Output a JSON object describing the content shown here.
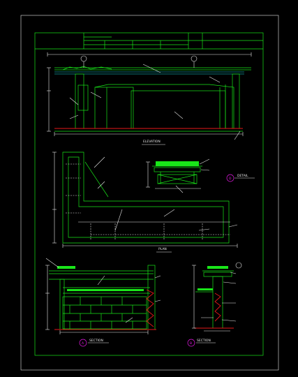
{
  "title_block": {
    "cells": [
      "",
      "",
      "",
      "",
      "",
      "",
      "",
      "",
      "",
      "",
      "",
      "",
      "",
      ""
    ]
  },
  "views": {
    "elevation_title": "ELEVATION",
    "elevation_subtitle": "",
    "plan_title": "PLAN",
    "plan_subtitle": "",
    "detail_title": "DETAIL",
    "detail_subtitle": "",
    "detail_marker": "D",
    "section_a_title": "SECTION",
    "section_a_marker": "A",
    "section_b_title": "SECTION",
    "section_b_marker": "B",
    "section_b_subtitle": "",
    "section_a_subtitle": ""
  },
  "colors": {
    "background": "#000000",
    "linework": "#19e619",
    "text": "#e8e8e8",
    "hatch": "#e61919",
    "marker": "#e619e6"
  }
}
